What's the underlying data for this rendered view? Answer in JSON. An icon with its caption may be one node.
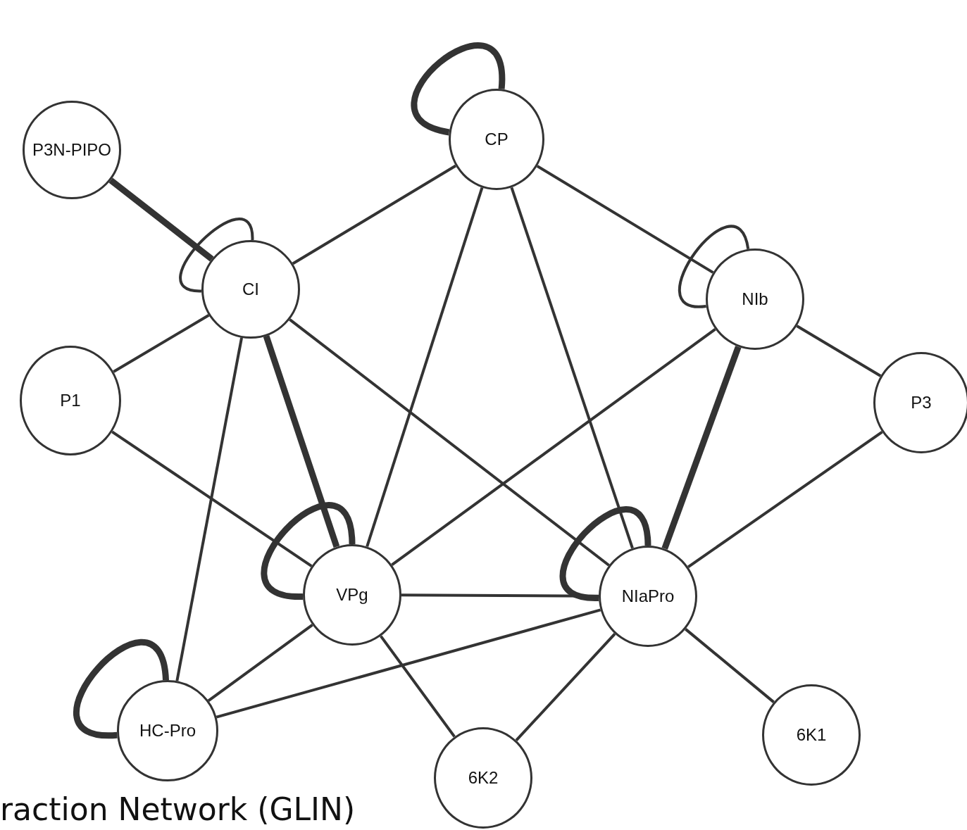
{
  "diagram": {
    "nodes": [
      {
        "text": [
          "CP"
        ]
      },
      {
        "text": [
          "P3N-PIPO"
        ]
      },
      {
        "text": [
          "CI"
        ]
      },
      {
        "text": [
          "NIb"
        ]
      },
      {
        "text": [
          "P1"
        ]
      },
      {
        "text": [
          "P3"
        ]
      },
      {
        "text": [
          "VPg"
        ]
      },
      {
        "text": [
          "NIaPro"
        ]
      },
      {
        "text": [
          "HC-Pro"
        ]
      },
      {
        "text": [
          "6K1"
        ]
      },
      {
        "text": [
          "6K2"
        ]
      }
    ],
    "edges": [
      {
        "from": 0,
        "to": 0,
        "arrow": "none",
        "style": "thick"
      },
      {
        "from": 2,
        "to": 2,
        "arrow": "none"
      },
      {
        "from": 3,
        "to": 3,
        "arrow": "none"
      },
      {
        "from": 6,
        "to": 6,
        "arrow": "none",
        "style": "thick"
      },
      {
        "from": 7,
        "to": 7,
        "arrow": "none",
        "style": "thick"
      },
      {
        "from": 8,
        "to": 8,
        "arrow": "none",
        "style": "thick"
      },
      {
        "from": 1,
        "to": 2,
        "arrow": "none",
        "style": "thick"
      },
      {
        "from": 2,
        "to": 0,
        "arrow": "none"
      },
      {
        "from": 0,
        "to": 6,
        "arrow": "none"
      },
      {
        "from": 0,
        "to": 7,
        "arrow": "none"
      },
      {
        "from": 0,
        "to": 3,
        "arrow": "none"
      },
      {
        "from": 2,
        "to": 4,
        "arrow": "none"
      },
      {
        "from": 2,
        "to": 6,
        "arrow": "none",
        "style": "thick"
      },
      {
        "from": 2,
        "to": 7,
        "arrow": "none"
      },
      {
        "from": 2,
        "to": 8,
        "arrow": "none"
      },
      {
        "from": 4,
        "to": 6,
        "arrow": "none"
      },
      {
        "from": 3,
        "to": 6,
        "arrow": "none"
      },
      {
        "from": 3,
        "to": 7,
        "arrow": "none",
        "style": "thick"
      },
      {
        "from": 3,
        "to": 5,
        "arrow": "none"
      },
      {
        "from": 5,
        "to": 7,
        "arrow": "none"
      },
      {
        "from": 6,
        "to": 7,
        "arrow": "none"
      },
      {
        "from": 6,
        "to": 8,
        "arrow": "none"
      },
      {
        "from": 6,
        "to": 10,
        "arrow": "none"
      },
      {
        "from": 7,
        "to": 8,
        "arrow": "none"
      },
      {
        "from": 7,
        "to": 10,
        "arrow": "none"
      },
      {
        "from": 7,
        "to": 9,
        "arrow": "none"
      }
    ],
    "labels": [
      "raction Network (GLIN)"
    ]
  }
}
